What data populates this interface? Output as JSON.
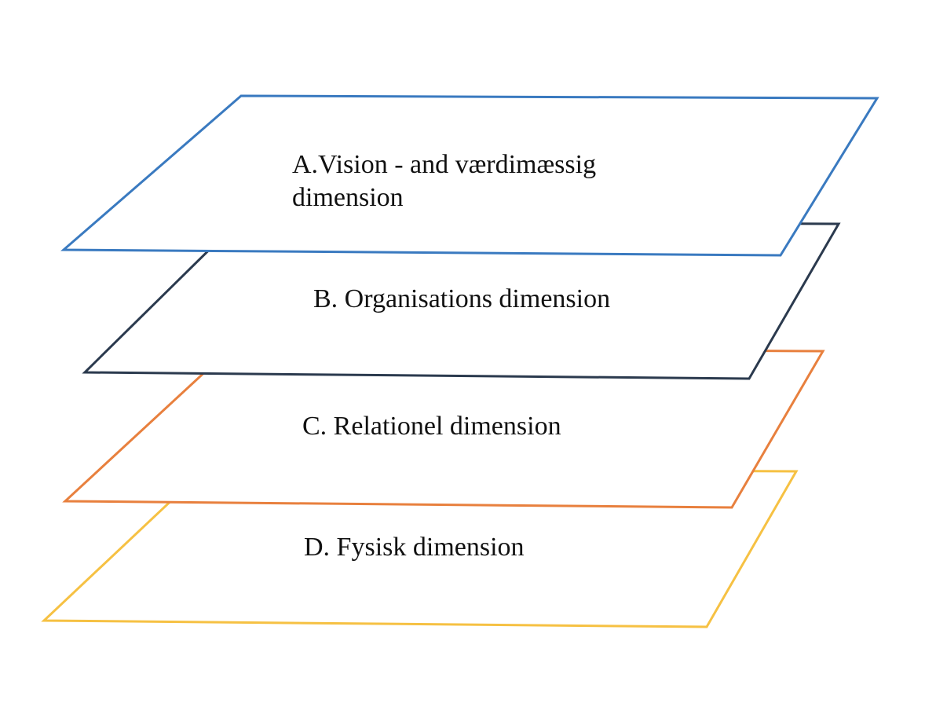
{
  "diagram": {
    "type": "stacked-layers",
    "layers": [
      {
        "id": "D",
        "lines": [
          "D. Fysisk dimension"
        ],
        "color": "#F6C143"
      },
      {
        "id": "C",
        "lines": [
          "C. Relationel dimension"
        ],
        "color": "#E8803E"
      },
      {
        "id": "B",
        "lines": [
          "B. Organisations dimension"
        ],
        "color": "#2B3A4E"
      },
      {
        "id": "A",
        "lines": [
          "A.Vision - and værdimæssig",
          "dimension"
        ],
        "color": "#3A7AC0"
      }
    ]
  }
}
